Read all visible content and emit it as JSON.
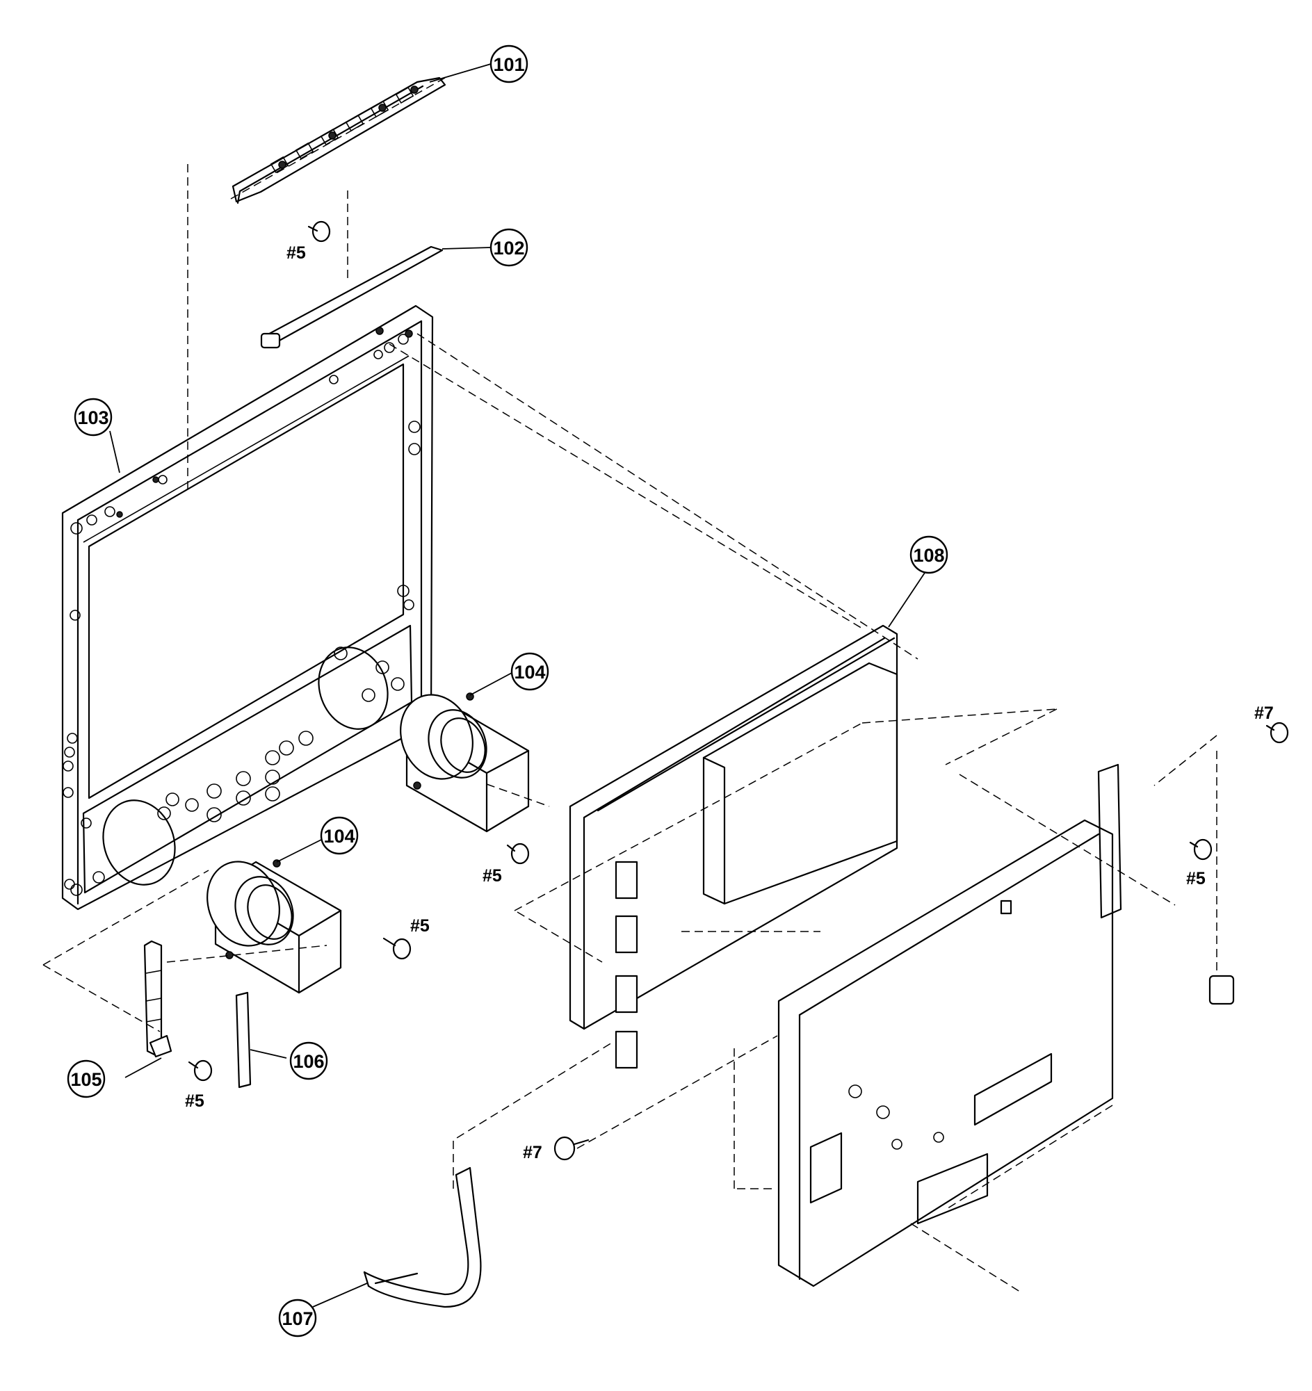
{
  "diagram": {
    "callouts": {
      "c101": "101",
      "c102": "102",
      "c103": "103",
      "c104a": "104",
      "c104b": "104",
      "c105": "105",
      "c106": "106",
      "c107": "107",
      "c108": "108"
    },
    "screws": {
      "s5_top": "#5",
      "s5_speaker1": "#5",
      "s5_speaker2": "#5",
      "s5_bracket": "#5",
      "s5_right": "#5",
      "s7_right": "#7",
      "s7_bottom": "#7"
    }
  }
}
